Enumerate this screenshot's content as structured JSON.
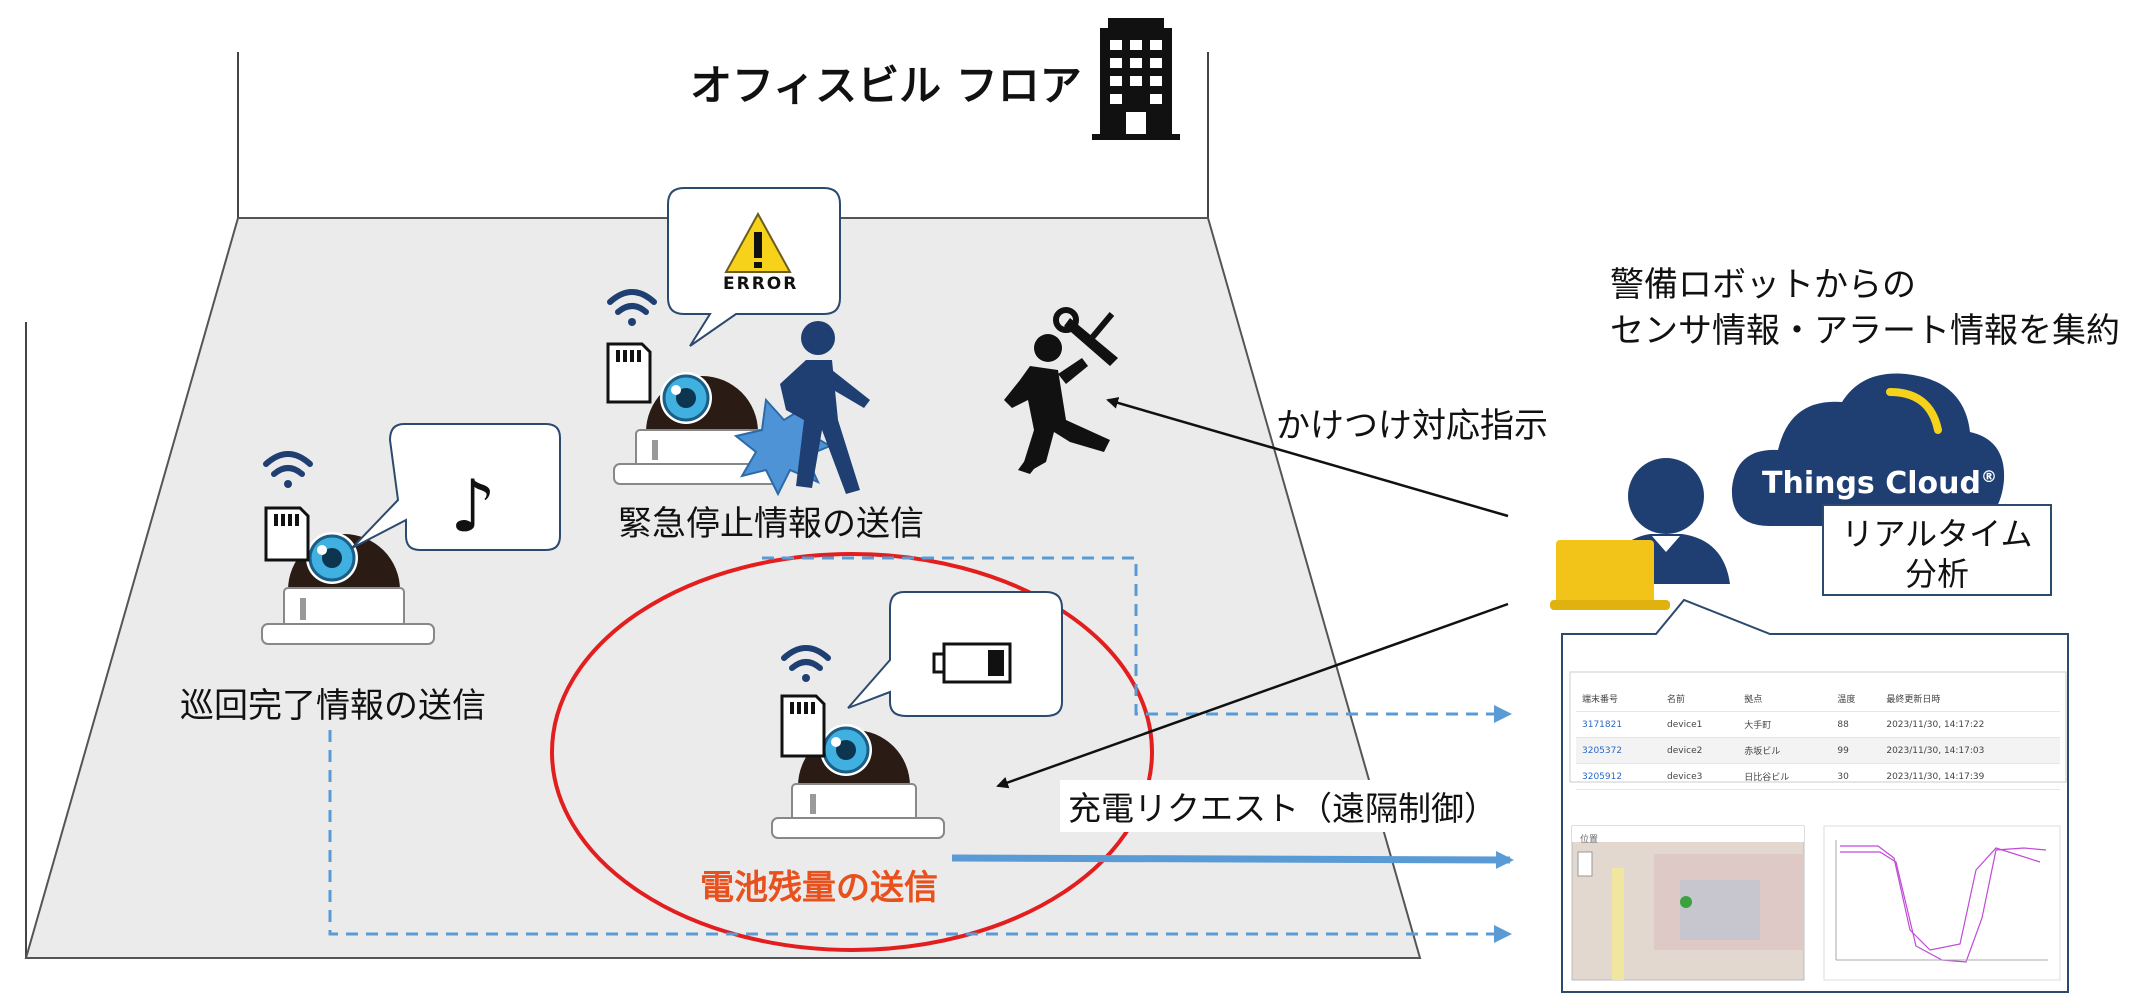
{
  "floor_title": "オフィスビル フロア",
  "captions": {
    "patrol": "巡回完了情報の送信",
    "emergency": "緊急停止情報の送信",
    "battery": "電池残量の送信"
  },
  "error_label": "ERROR",
  "dispatch_label": "かけつけ対応指示",
  "aggregate_text": {
    "line1": "警備ロボットからの",
    "line2": "センサ情報・アラート情報を集約"
  },
  "cloud_label": "Things Cloud",
  "realtime_box": {
    "line1": "リアルタイム",
    "line2": "分析"
  },
  "charge_request": "充電リクエスト（遠隔制御）",
  "music_note": "♪",
  "device_table": {
    "headers": [
      "端末番号",
      "名前",
      "拠点",
      "温度",
      "最終更新日時"
    ],
    "rows": [
      [
        "3171821",
        "device1",
        "大手町",
        "88",
        "2023/11/30, 14:17:22"
      ],
      [
        "3205372",
        "device2",
        "赤坂ビル",
        "99",
        "2023/11/30, 14:17:03"
      ],
      [
        "3205912",
        "device3",
        "日比谷ビル",
        "30",
        "2023/11/30, 14:17:39"
      ]
    ]
  },
  "map_header": "位置",
  "colors": {
    "navy": "#1f3f73",
    "dashed_blue": "#5b9bd5",
    "red_ellipse": "#e31e1e",
    "orange_text": "#e8501e",
    "floor_fill": "#ebebeb",
    "laptop_yellow": "#f2c318",
    "warning_yellow": "#f7d21b"
  }
}
